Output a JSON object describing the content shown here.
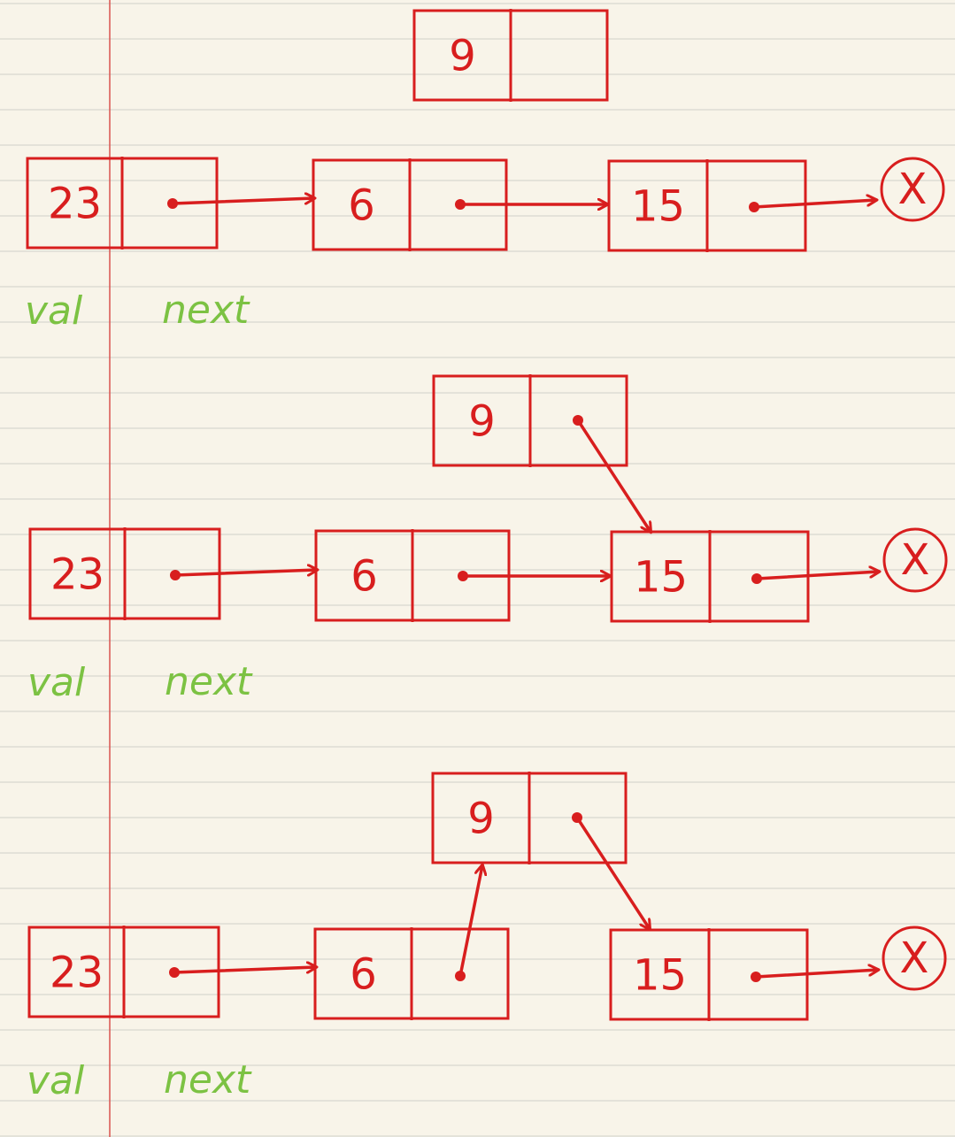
{
  "colors": {
    "paper": "#f8f4e9",
    "rule_line": "#d8d6d0",
    "margin_line": "#d9534f",
    "ink_red": "#d81e1e",
    "ink_green": "#7cc243"
  },
  "labels": {
    "val": "val",
    "next": "next",
    "null_symbol": "X"
  },
  "diagrams": [
    {
      "nodes": [
        {
          "id": "n23",
          "value": "23"
        },
        {
          "id": "n6",
          "value": "6"
        },
        {
          "id": "n15",
          "value": "15"
        },
        {
          "id": "n9",
          "value": "9"
        }
      ]
    },
    {
      "nodes": [
        {
          "id": "n23",
          "value": "23"
        },
        {
          "id": "n6",
          "value": "6"
        },
        {
          "id": "n15",
          "value": "15"
        },
        {
          "id": "n9",
          "value": "9"
        }
      ]
    },
    {
      "nodes": [
        {
          "id": "n23",
          "value": "23"
        },
        {
          "id": "n6",
          "value": "6"
        },
        {
          "id": "n15",
          "value": "15"
        },
        {
          "id": "n9",
          "value": "9"
        }
      ]
    }
  ]
}
